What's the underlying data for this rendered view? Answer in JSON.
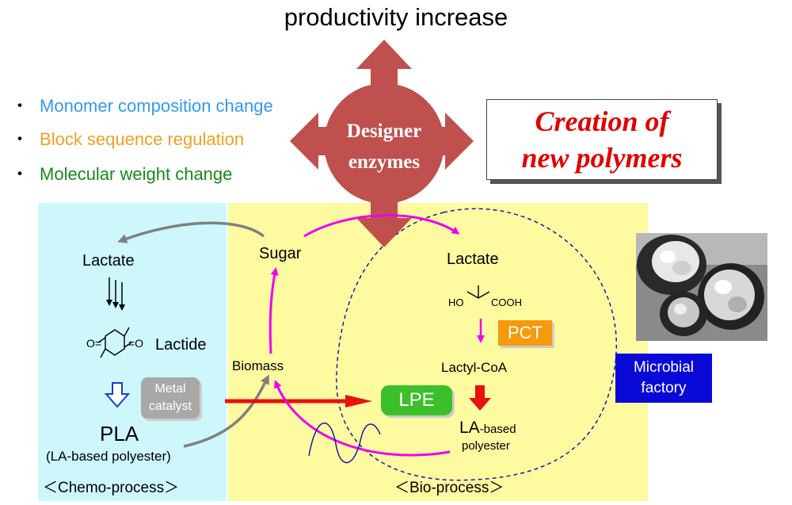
{
  "title": "productivity increase",
  "bullets": [
    {
      "bullet": "・",
      "text": "Monomer composition change",
      "color": "#3399ee"
    },
    {
      "bullet": "・",
      "text": "Block sequence  regulation",
      "color": "#f0a020"
    },
    {
      "bullet": "・",
      "text": "Molecular weight change",
      "color": "#178a17"
    }
  ],
  "enzyme": {
    "line1": "Designer",
    "line2": "enzymes"
  },
  "creation": {
    "line1": "Creation of",
    "line2": "new polymers"
  },
  "chemo": {
    "lactate": "Lactate",
    "lactide": "Lactide",
    "metal_line1": "Metal",
    "metal_line2": "catalyst",
    "pla": "PLA",
    "pla_sub": "(LA-based polyester)",
    "process_label": "＜Chemo-process＞",
    "structure_o_left": "O=",
    "structure_o_right": "=O"
  },
  "bio": {
    "sugar": "Sugar",
    "biomass": "Biomass",
    "lactate": "Lactate",
    "ho": "HO",
    "cooh": "COOH",
    "pct": "PCT",
    "lactyl_coa": "Lactyl-CoA",
    "lpe": "LPE",
    "la": "LA",
    "la_based": "-based",
    "polyester": "polyester",
    "process_label": "＜Bio-process＞"
  },
  "microbial": {
    "line1": "Microbial",
    "line2": "factory"
  },
  "colors": {
    "enzyme_red": "#c0504d",
    "magenta": "#ee00ee",
    "arrow_red": "#e81010",
    "dashed_blue": "#1a1aa8"
  }
}
